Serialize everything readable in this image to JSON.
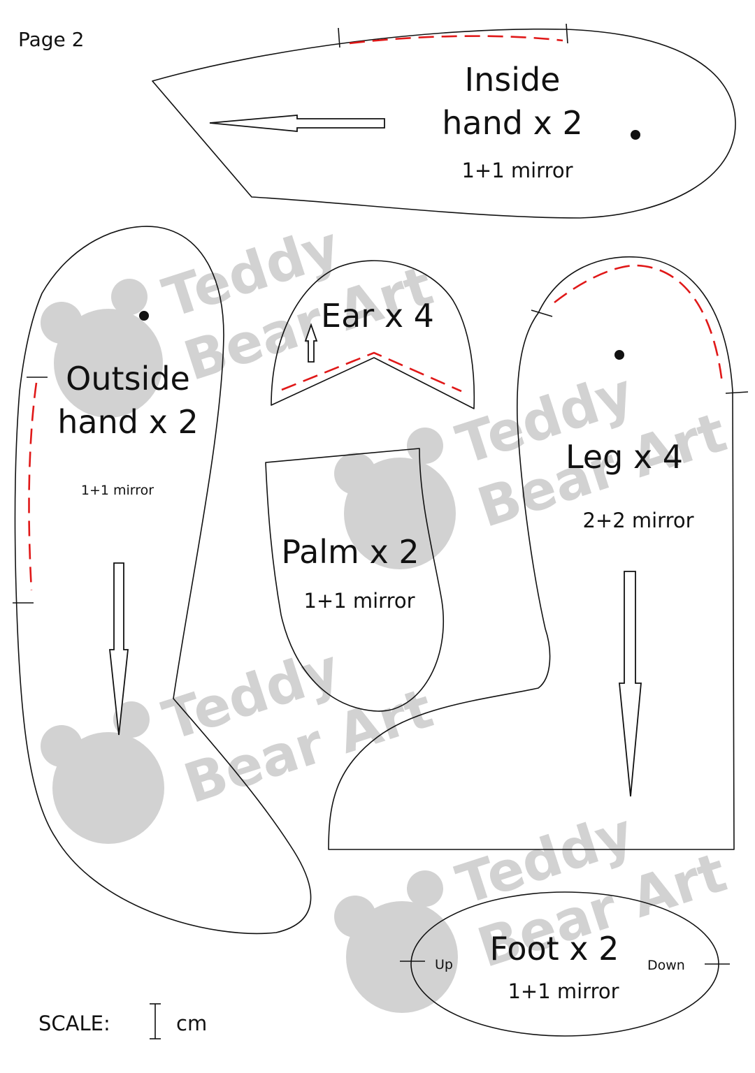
{
  "page_label": "Page 2",
  "watermark": {
    "line1": "Teddy",
    "line2": "Bear Art",
    "color": "#d2d2d2",
    "icon": "teddy-bear-icon"
  },
  "pieces": {
    "inside_hand": {
      "title_line1": "Inside",
      "title_line2": "hand x 2",
      "note": "1+1 mirror"
    },
    "outside_hand": {
      "title_line1": "Outside",
      "title_line2": "hand x 2",
      "note": "1+1 mirror"
    },
    "ear": {
      "title": "Ear x 4"
    },
    "palm": {
      "title": "Palm x 2",
      "note": "1+1 mirror"
    },
    "leg": {
      "title": "Leg x 4",
      "note": "2+2 mirror"
    },
    "foot": {
      "title": "Foot x 2",
      "note": "1+1 mirror",
      "up_label": "Up",
      "down_label": "Down"
    }
  },
  "scale": {
    "label": "SCALE:",
    "unit": "cm"
  },
  "colors": {
    "outline": "#111111",
    "seam_dash": "#e01818"
  }
}
